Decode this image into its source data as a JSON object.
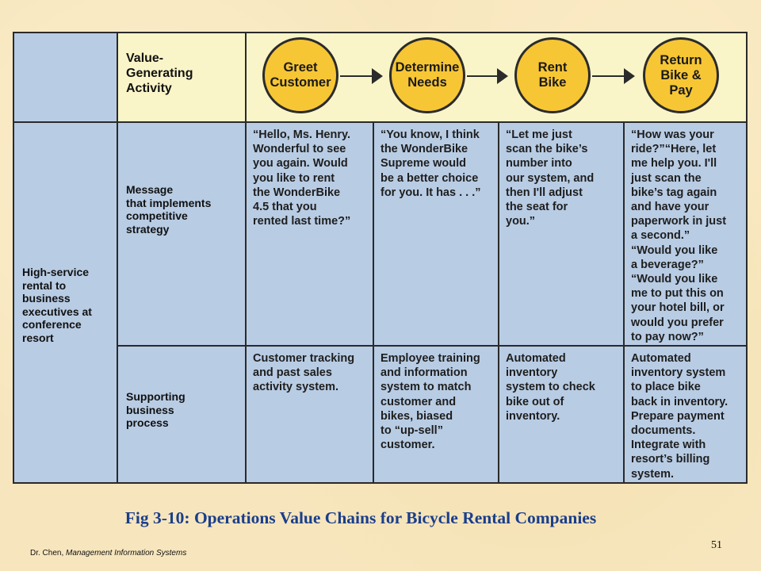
{
  "header": {
    "label": "Value-\nGenerating\nActivity",
    "steps": [
      "Greet\nCustomer",
      "Determine\nNeeds",
      "Rent\nBike",
      "Return\nBike &\nPay"
    ]
  },
  "left_label": "High-service\nrental to\nbusiness\nexecutives at\nconference\nresort",
  "rows": [
    {
      "label": "Message\nthat implements\ncompetitive\nstrategy",
      "cells": [
        "“Hello, Ms. Henry.\nWonderful to see\nyou again. Would\nyou like to rent\nthe WonderBike\n4.5 that you\nrented last time?”",
        "“You know, I think\nthe WonderBike\nSupreme would\nbe a better choice\nfor you. It has . . .”",
        "“Let me just\nscan the bike’s\nnumber into\nour system, and\nthen I'll adjust\nthe seat for\nyou.”",
        "“How was your\nride?”“Here, let\nme help you. I'll\njust scan the\nbike’s tag again\nand have your\npaperwork in just\na second.”\n“Would you like\na beverage?”\n“Would you like\nme to put this on\nyour hotel bill, or\nwould you prefer\nto pay now?”"
      ]
    },
    {
      "label": "Supporting\nbusiness\nprocess",
      "cells": [
        "Customer tracking\nand past sales\nactivity system.",
        "Employee training\nand information\nsystem to match\ncustomer and\nbikes, biased\nto “up-sell”\ncustomer.",
        "Automated\ninventory\nsystem to check\nbike out of\ninventory.",
        "Automated\ninventory system\nto place bike\nback in inventory.\nPrepare payment\ndocuments.\nIntegrate with\nresort’s billing\nsystem."
      ]
    }
  ],
  "caption": "Fig 3-10: Operations Value Chains for Bicycle Rental Companies",
  "footer": {
    "author": "Dr. Chen, ",
    "book": "Management Information Systems"
  },
  "page_number": "51",
  "colors": {
    "background": "#f7e6bd",
    "cell_blue": "#b8cce4",
    "header_yellow": "#faf5c8",
    "step_circle": "#f7c634",
    "caption": "#1a3e8c"
  }
}
